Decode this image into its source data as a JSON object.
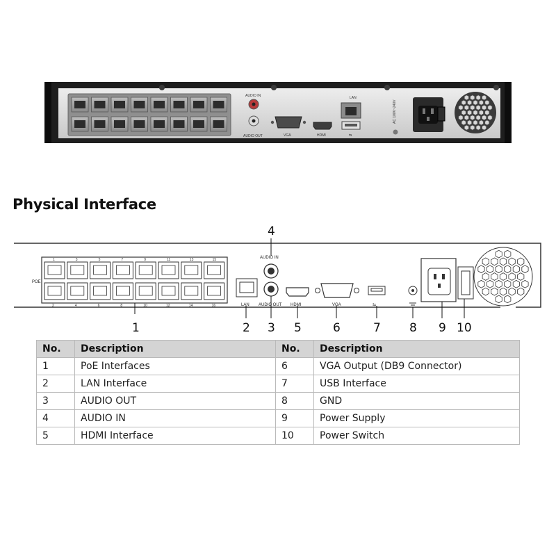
{
  "heading": "Physical Interface",
  "photo": {
    "labels": {
      "audio_in": "AUDIO IN",
      "audio_out": "AUDIO OUT",
      "vga": "VGA",
      "lan": "LAN",
      "power_rating": "AC 100V~240V"
    }
  },
  "diagram": {
    "port_labels": {
      "poe": "POE",
      "lan": "LAN",
      "audio_in": "AUDIO IN",
      "audio_out": "AUDIO OUT",
      "hdmi": "HDMI",
      "vga": "VGA"
    },
    "callouts": [
      "1",
      "2",
      "3",
      "4",
      "5",
      "6",
      "7",
      "8",
      "9",
      "10"
    ],
    "port_numbers_top": [
      "1",
      "3",
      "5",
      "7",
      "9",
      "11",
      "13",
      "15"
    ],
    "port_numbers_bottom": [
      "2",
      "4",
      "6",
      "8",
      "10",
      "12",
      "14",
      "16"
    ]
  },
  "table": {
    "headers": [
      "No.",
      "Description",
      "No.",
      "Description"
    ],
    "rows": [
      [
        "1",
        "PoE Interfaces",
        "6",
        "VGA Output (DB9 Connector)"
      ],
      [
        "2",
        "LAN Interface",
        "7",
        "USB Interface"
      ],
      [
        "3",
        "AUDIO OUT",
        "8",
        "GND"
      ],
      [
        "4",
        "AUDIO IN",
        "9",
        "Power Supply"
      ],
      [
        "5",
        "HDMI Interface",
        "10",
        "Power Switch"
      ]
    ]
  }
}
